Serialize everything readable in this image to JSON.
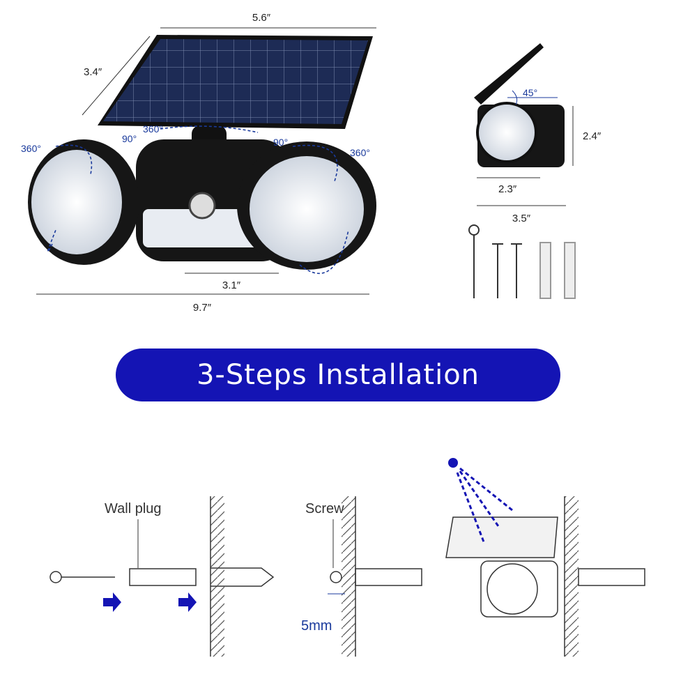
{
  "dimensions": {
    "panel_width": "5.6″",
    "panel_height": "3.4″",
    "center_spacing": "3.1″",
    "total_width": "9.7″",
    "tilt_angle": "45°",
    "side_height": "2.4″",
    "head_diameter": "2.3″",
    "side_depth": "3.5″"
  },
  "rotations": {
    "left_head": "360°",
    "left_tilt": "90°",
    "panel_rotate": "360°",
    "right_tilt": "90°",
    "right_head": "360°"
  },
  "banner": {
    "title": "3-Steps Installation"
  },
  "steps": {
    "wall_plug_label": "Wall plug",
    "screw_label": "Screw",
    "gap_label": "5mm"
  },
  "colors": {
    "accent": "#1414b4",
    "annotation": "#1a3a9c"
  }
}
